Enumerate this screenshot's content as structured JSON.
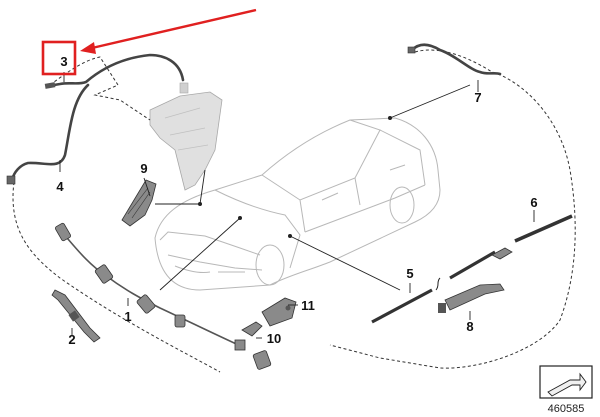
{
  "callouts": [
    {
      "id": "c3",
      "label": "3"
    },
    {
      "id": "c4",
      "label": "4"
    },
    {
      "id": "c9",
      "label": "9"
    },
    {
      "id": "c7",
      "label": "7"
    },
    {
      "id": "c6",
      "label": "6"
    },
    {
      "id": "c5",
      "label": "5"
    },
    {
      "id": "c8",
      "label": "8"
    },
    {
      "id": "c1",
      "label": "1"
    },
    {
      "id": "c2",
      "label": "2"
    },
    {
      "id": "c11",
      "label": "11"
    },
    {
      "id": "c10",
      "label": "10"
    }
  ],
  "highlight": {
    "color": "#e02020",
    "target": "3"
  },
  "figure_number": "460585",
  "colors": {
    "outline": "#b8b8b8",
    "parts": "#8a8a8a",
    "ink": "#111111"
  }
}
